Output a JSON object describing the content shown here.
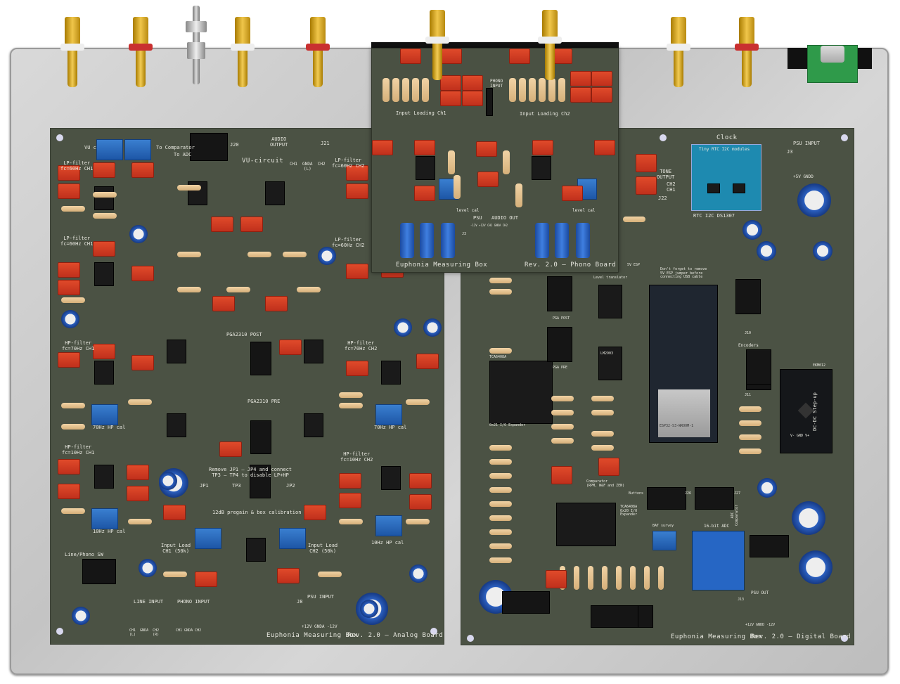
{
  "analog": {
    "lp1": "LP-filter\nfc=60Hz CH1",
    "lp1b": "LP-filter\nfc=60Hz CH1",
    "lp2": "LP-filter\nfc=60Hz CH2",
    "lp2b": "LP-filter\nfc=60Hz CH2",
    "hp70_1": "HP-filter\nfc=70Hz CH1",
    "hp10_1": "HP-filter\nfc=10Hz CH1",
    "hp70_2": "HP-filter\nfc=70Hz CH2",
    "hp10_2": "HP-filter\nfc=10Hz CH2",
    "vu": "VU c",
    "to_comp": "To Comparator",
    "to_adc": "To ADC",
    "j20": "J20",
    "vu_circuit": "VU-circuit",
    "audio_output": "AUDIO\nOUTPUT",
    "j21": "J21",
    "ao_pins": "CH1  GNDA  CH2\n(L)",
    "pga_post": "PGA2310 POST",
    "pga_pre": "PGA2310 PRE",
    "remove_note": "Remove JP1 – JP4 and connect\nTP3 – TP4 to disable LP+HP",
    "jp1": "JP1",
    "tp3": "TP3",
    "jp2": "JP2",
    "pregain": "12dB pregain & box calibration",
    "load1": "Input Load\nCH1 (50k)",
    "load2": "Input Load\nCH2 (50k)",
    "cal70_1": "70Hz HP cal",
    "cal10_1": "10Hz HP cal",
    "cal70_2": "70Hz HP cal",
    "cal10_2": "10Hz HP cal",
    "sw": "Line/Phono SW",
    "line_in": "LINE INPUT",
    "line_pins": "CH1  GNDA  CH2\n(L)        (R)",
    "phono_in": "PHONO INPUT",
    "phono_pins": "CH1 GNDA CH2",
    "psu_in": "PSU INPUT",
    "psu_pins": "+12V GNDA -12V",
    "j8": "J8",
    "title": "Euphonia Measuring Box",
    "rev": "Rev. 2.0 – Analog Board"
  },
  "phono": {
    "loading1": "Input Loading Ch1",
    "loading2": "Input Loading Ch2",
    "phono_input": "PHONO\nINPUT",
    "level_cal1": "level cal",
    "level_cal2": "level cal",
    "psu": "PSU",
    "audio_out": "AUDIO OUT",
    "pins": "-12V +12V CH1 GNDA CH2",
    "j3": "J3",
    "title": "Euphonia Measuring Box",
    "rev": "Rev. 2.0 – Phono Board"
  },
  "digital": {
    "clock": "Clock",
    "rtc_top": "Tiny RTC  I2C modules",
    "rtc": "RTC I2C DS1307",
    "psu_in": "PSU INPUT",
    "psu_pins": "+5V GNDD",
    "j3": "J3",
    "tone": "TONE\nOUTPUT",
    "tone_pins": "CH2\nCH1",
    "j22": "J22",
    "esp_note": "Don't forget to remove\n5V ESP jumper before\nconnecting USB cable",
    "esp5v": "5V ESP",
    "level_translator": "Level translator",
    "pga_post": "PGA POST",
    "pga_pre": "PGA PRE",
    "lm2903": "LM2903",
    "tca1": "TCA6408A",
    "tca1_sub": "0x21 I/O Expander",
    "tca2": "TCA6408A\n0x20 I/O\nExpander",
    "esp": "ESP32-S3-WROOM-1",
    "comparator": "Comparator\n(RPM, W&F and ZEN)",
    "buttons": "Buttons",
    "j26": "J26",
    "j27": "J27",
    "bat": "BAT survey",
    "adc": "16-bit ADC",
    "encoders": "Encoders",
    "j10": "J10",
    "j11": "J11",
    "ekm": "EKM012",
    "dcdc": "DC-DC Step-up",
    "dcdc_pins": "V-  GND  V+",
    "adc_comp": "ADC\nComparator",
    "psu_out": "PSU OUT",
    "psu_out_pins": "+12V GNDD -12V",
    "j13": "J13",
    "title": "Euphonia Measuring Box",
    "rev": "Rev. 2.0 – Digital Board"
  }
}
